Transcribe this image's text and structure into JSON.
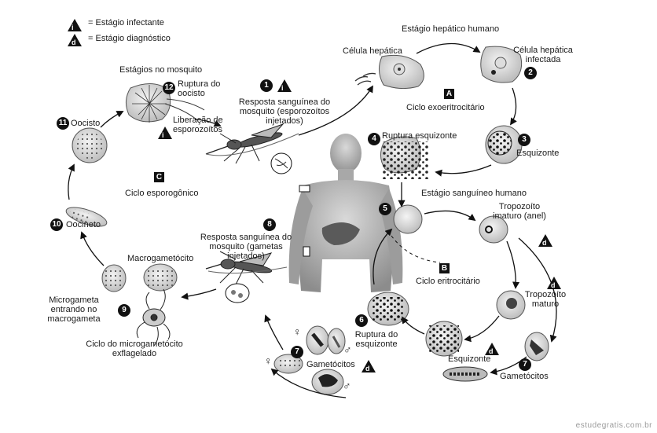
{
  "legend": {
    "infective_symbol": "i",
    "infective_label": "= Estágio infectante",
    "diagnostic_symbol": "d",
    "diagnostic_label": "= Estágio diagnóstico"
  },
  "sections": {
    "mosquito_stages": "Estágios no mosquito",
    "human_liver_stage": "Estágio hepático humano",
    "human_blood_stage": "Estágio sanguíneo humano"
  },
  "cycles": {
    "A_letter": "A",
    "A_label": "Ciclo exoeritrocitário",
    "B_letter": "B",
    "B_label": "Ciclo eritrocitário",
    "C_letter": "C",
    "C_label": "Ciclo esporogônico"
  },
  "steps": {
    "s1": {
      "n": "1",
      "label": "Resposta sanguínea do mosquito (esporozoítos injetados)"
    },
    "hepatic_cell": "Célula hepática",
    "s2": {
      "n": "2",
      "label": "Célula hepática infectada"
    },
    "s3": {
      "n": "3",
      "label": "Esquizonte"
    },
    "s4": {
      "n": "4",
      "label": "Ruptura esquizonte"
    },
    "s5": {
      "n": "5"
    },
    "immature": "Tropozoíto imaturo (anel)",
    "mature": "Tropozoíto maturo",
    "s6": {
      "n": "6",
      "label": "Ruptura do esquizonte"
    },
    "schizont_blood": "Esquizonte",
    "s7a": {
      "n": "7",
      "label": "Gametócitos"
    },
    "s7b": {
      "n": "7",
      "label": "Gametócitos"
    },
    "s8": {
      "n": "8",
      "label": "Resposta sanguínea do mosquito (gametas injetados)"
    },
    "macrogametocyte": "Macrogametócito",
    "s9": {
      "n": "9",
      "label": "Microgameta entrando no macrogameta"
    },
    "exflag": "Ciclo do microgametócito exflagelado",
    "s10": {
      "n": "10",
      "label": "Oocineto"
    },
    "s11": {
      "n": "11",
      "label": "Oocisto"
    },
    "s12": {
      "n": "12",
      "label": "Ruptura do oocisto"
    },
    "sporozoite_release": "Liberação de esporozoítos"
  },
  "sex_symbols": {
    "female": "♀",
    "male": "♂"
  },
  "watermark": "estudegratis.com.br"
}
